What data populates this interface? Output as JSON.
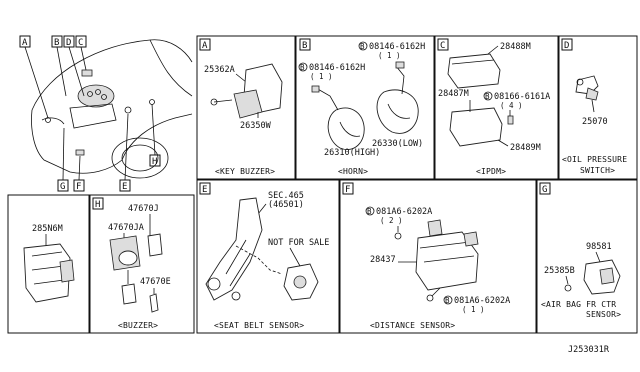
{
  "diagram_id": "J253031R",
  "car_callouts": [
    "A",
    "B",
    "D",
    "C",
    "H",
    "G",
    "F",
    "E"
  ],
  "panels": {
    "A": {
      "letter": "A",
      "caption": "<KEY BUZZER>",
      "parts": [
        "25362A",
        "26350W"
      ]
    },
    "B": {
      "letter": "B",
      "caption": "<HORN>",
      "bolt1": "08146-6162H",
      "bolt1_qty": "( 1 )",
      "bolt2": "08146-6162H",
      "bolt2_qty": "( 1 )",
      "part_high": "26310(HIGH)",
      "part_low": "26330(LOW)"
    },
    "C": {
      "letter": "C",
      "caption": "<IPDM>",
      "parts": [
        "28488M",
        "28487M",
        "28489M"
      ],
      "bolt": "08166-6161A",
      "bolt_qty": "( 4 )"
    },
    "D": {
      "letter": "D",
      "caption_line1": "<OIL PRESSURE",
      "caption_line2": "SWITCH>",
      "part": "25070"
    },
    "unlabeled": {
      "part": "285N6M"
    },
    "H": {
      "letter": "H",
      "caption": "<BUZZER>",
      "parts": [
        "47670J",
        "47670JA",
        "47670E"
      ]
    },
    "E": {
      "letter": "E",
      "caption": "<SEAT BELT SENSOR>",
      "sec_line1": "SEC.465",
      "sec_line2": "(46501)",
      "note": "NOT FOR SALE"
    },
    "F": {
      "letter": "F",
      "caption": "<DISTANCE SENSOR>",
      "bolt1": "081A6-6202A",
      "bolt1_qty": "( 2 )",
      "part": "28437",
      "bolt2": "081A6-6202A",
      "bolt2_qty": "( 1 )"
    },
    "G": {
      "letter": "G",
      "caption_line1": "<AIR BAG FR CTR",
      "caption_line2": "SENSOR>",
      "parts": [
        "98581",
        "25385B"
      ]
    }
  },
  "bolt_symbol": "B"
}
